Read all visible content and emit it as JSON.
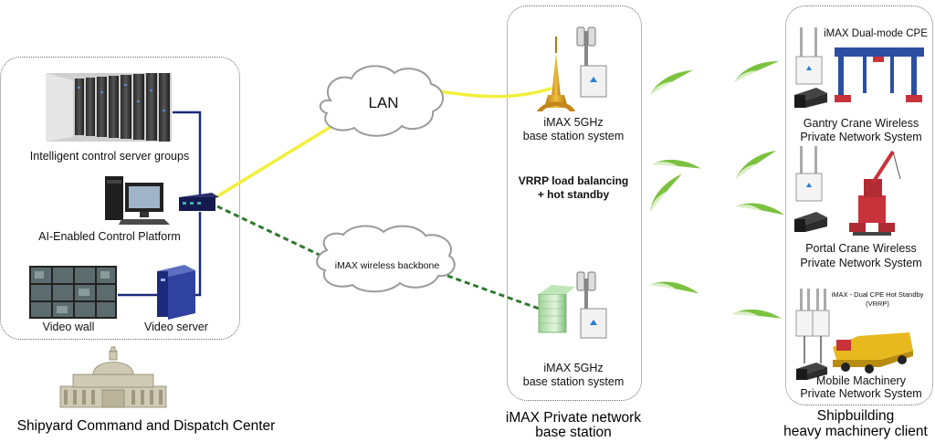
{
  "command_center": {
    "server_groups_label": "Intelligent control server groups",
    "ai_platform_label": "AI-Enabled Control Platform",
    "video_wall_label": "Video wall",
    "video_server_label": "Video server",
    "title": "Shipyard Command and Dispatch Center"
  },
  "clouds": {
    "lan_label": "LAN",
    "backbone_label": "iMAX wireless backbone"
  },
  "base_station": {
    "top_label_line1": "iMAX 5GHz",
    "top_label_line2": "base station system",
    "vrrp_line1": "VRRP load balancing",
    "vrrp_line2": "+ hot standby",
    "bottom_label_line1": "iMAX 5GHz",
    "bottom_label_line2": "base station system",
    "title_line1": "iMAX Private network",
    "title_line2": "base station"
  },
  "client": {
    "cpe_label": "iMAX Dual-mode CPE",
    "gantry_line1": "Gantry Crane Wireless",
    "gantry_line2": "Private Network System",
    "portal_line1": "Portal Crane Wireless",
    "portal_line2": "Private Network System",
    "dual_cpe_line1": "iMAX - Dual CPE Hot Standby",
    "dual_cpe_line2": "(VRRP)",
    "mobile_line1": "Mobile Machinery",
    "mobile_line2": "Private Network System",
    "title_line1": "Shipbuilding",
    "title_line2": "heavy machinery client"
  },
  "colors": {
    "lan_link": "#f2ef3c",
    "wireless_link": "#2d7a2d",
    "cable": "#1b2a7a",
    "signal_green": "#7cc241",
    "crane_blue": "#2d4fa3",
    "crane_red": "#c8323a",
    "vehicle_yellow": "#e8b91e"
  }
}
